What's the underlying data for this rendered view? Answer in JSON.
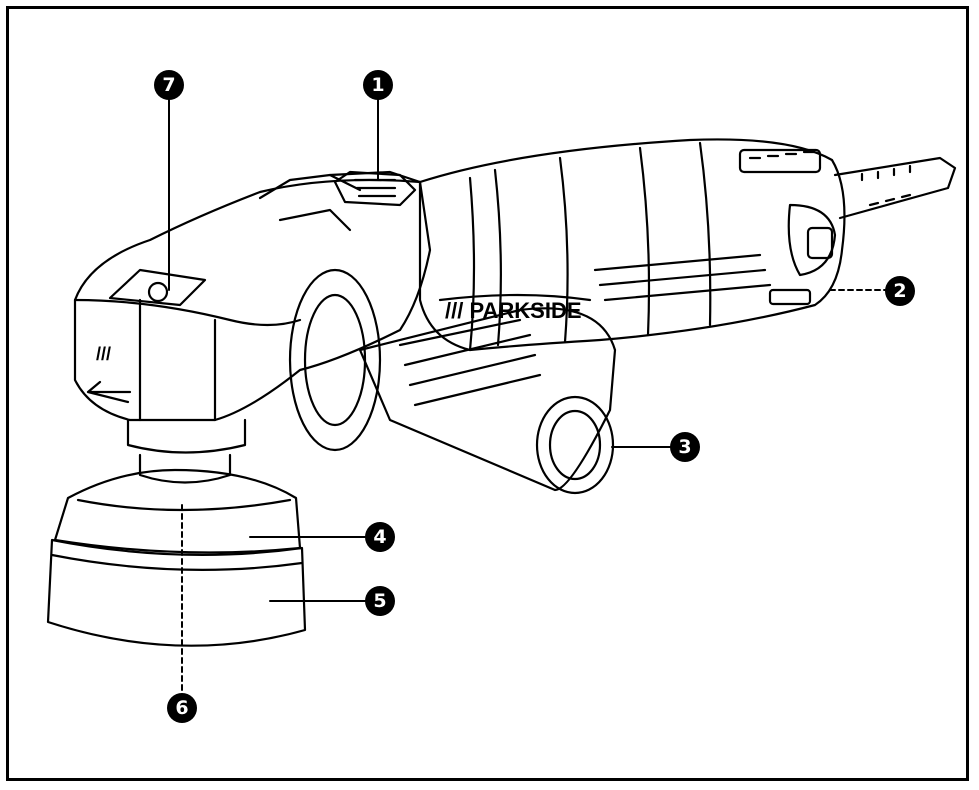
{
  "callouts": [
    {
      "id": "c1",
      "label": "1"
    },
    {
      "id": "c2",
      "label": "2"
    },
    {
      "id": "c3",
      "label": "3"
    },
    {
      "id": "c4",
      "label": "4"
    },
    {
      "id": "c5",
      "label": "5"
    },
    {
      "id": "c6",
      "label": "6"
    },
    {
      "id": "c7",
      "label": "7"
    }
  ],
  "brand": "/// PARKSIDE",
  "housing_mark": "///",
  "colors": {
    "line": "#000000",
    "background": "#ffffff"
  }
}
